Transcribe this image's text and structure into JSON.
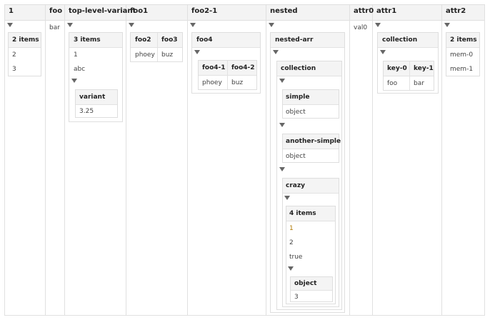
{
  "columns": [
    "1",
    "foo",
    "top-level-variant",
    "foo1",
    "foo2-1",
    "nested",
    "attr0",
    "attr1",
    "attr2"
  ],
  "col1": {
    "count": "2 items",
    "items": [
      "2",
      "3"
    ]
  },
  "foo": {
    "value": "bar"
  },
  "tlv": {
    "count": "3 items",
    "items": [
      "1",
      "abc"
    ],
    "variant_label": "variant",
    "variant_value": "3.25"
  },
  "foo1": {
    "headers": [
      "foo2",
      "foo3"
    ],
    "values": [
      "phoey",
      "buz"
    ]
  },
  "foo21": {
    "title": "foo4",
    "headers": [
      "foo4-1",
      "foo4-2"
    ],
    "values": [
      "phoey",
      "buz"
    ]
  },
  "nested": {
    "title": "nested-arr",
    "collection": "collection",
    "simple": {
      "label": "simple",
      "value": "object"
    },
    "another": {
      "label": "another-simple",
      "value": "object"
    },
    "crazy": {
      "label": "crazy",
      "count": "4 items",
      "items": [
        "1",
        "2",
        "true"
      ],
      "object_label": "object",
      "object_value": "3"
    }
  },
  "attr0": {
    "value": "val0"
  },
  "attr1": {
    "title": "collection",
    "headers": [
      "key-0",
      "key-1"
    ],
    "values": [
      "foo",
      "bar"
    ]
  },
  "attr2": {
    "count": "2 items",
    "items": [
      "mem-0",
      "mem-1"
    ]
  }
}
